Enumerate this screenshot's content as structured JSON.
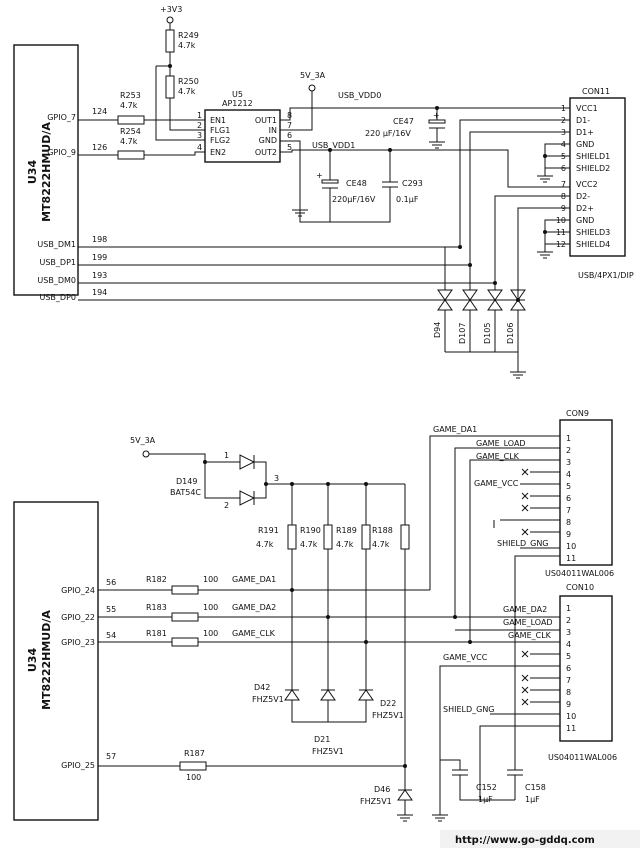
{
  "power": {
    "v33": "+3V3",
    "v5a": "5V_3A",
    "v5b": "5V_3A"
  },
  "top": {
    "chip": {
      "name": "MT8222HMUD/A",
      "ref": "U34"
    },
    "pins": [
      {
        "pin": "GPIO_7",
        "num": "124"
      },
      {
        "pin": "GPIO_9",
        "num": "126"
      },
      {
        "pin": "USB_DM1",
        "num": "198"
      },
      {
        "pin": "USB_DP1",
        "num": "199"
      },
      {
        "pin": "USB_DM0",
        "num": "193"
      },
      {
        "pin": "USB_DP0",
        "num": "194"
      }
    ],
    "r249": {
      "ref": "R249",
      "val": "4.7k"
    },
    "r250": {
      "ref": "R250",
      "val": "4.7k"
    },
    "r253": {
      "ref": "R253",
      "val": "4.7k"
    },
    "r254": {
      "ref": "R254",
      "val": "4.7k"
    },
    "u5": {
      "ref": "U5",
      "name": "AP1212",
      "left": [
        {
          "n": "1",
          "t": "EN1"
        },
        {
          "n": "2",
          "t": "FLG1"
        },
        {
          "n": "3",
          "t": "FLG2"
        },
        {
          "n": "4",
          "t": "EN2"
        }
      ],
      "right": [
        {
          "n": "8",
          "t": "OUT1"
        },
        {
          "n": "7",
          "t": "IN"
        },
        {
          "n": "6",
          "t": "GND"
        },
        {
          "n": "5",
          "t": "OUT2"
        }
      ]
    },
    "nets": {
      "vdd0": "USB_VDD0",
      "vdd1": "USB_VDD1"
    },
    "ce47": {
      "ref": "CE47",
      "val": "220 µF/16V"
    },
    "ce48": {
      "ref": "CE48",
      "val": "220µF/16V"
    },
    "c293": {
      "ref": "C293",
      "val": "0.1µF"
    },
    "con11": {
      "ref": "CON11",
      "part": "USB/4PX1/DIP",
      "pins": [
        {
          "n": "1",
          "t": "VCC1"
        },
        {
          "n": "2",
          "t": "D1-"
        },
        {
          "n": "3",
          "t": "D1+"
        },
        {
          "n": "4",
          "t": "GND"
        },
        {
          "n": "5",
          "t": "SHIELD1"
        },
        {
          "n": "6",
          "t": "SHIELD2"
        },
        {
          "n": "7",
          "t": "VCC2"
        },
        {
          "n": "8",
          "t": "D2-"
        },
        {
          "n": "9",
          "t": "D2+"
        },
        {
          "n": "10",
          "t": "GND"
        },
        {
          "n": "11",
          "t": "SHIELD3"
        },
        {
          "n": "12",
          "t": "SHIELD4"
        }
      ]
    },
    "diodes": [
      "D94",
      "D107",
      "D105",
      "D106"
    ]
  },
  "bottom": {
    "chip": {
      "name": "MT8222HMUD/A",
      "ref": "U34"
    },
    "pins": [
      {
        "pin": "GPIO_24",
        "num": "56"
      },
      {
        "pin": "GPIO_22",
        "num": "55"
      },
      {
        "pin": "GPIO_23",
        "num": "54"
      },
      {
        "pin": "GPIO_25",
        "num": "57"
      }
    ],
    "d149": {
      "ref": "D149",
      "part": "BAT54C",
      "p1": "1",
      "p2": "2",
      "p3": "3"
    },
    "pullups": [
      {
        "ref": "R191",
        "val": "4.7k"
      },
      {
        "ref": "R190",
        "val": "4.7k"
      },
      {
        "ref": "R189",
        "val": "4.7k"
      },
      {
        "ref": "R188",
        "val": "4.7k"
      }
    ],
    "series": [
      {
        "ref": "R182",
        "val": "100",
        "net": "GAME_DA1"
      },
      {
        "ref": "R183",
        "val": "100",
        "net": "GAME_DA2"
      },
      {
        "ref": "R181",
        "val": "100",
        "net": "GAME_CLK"
      },
      {
        "ref": "R187",
        "val": "100"
      }
    ],
    "zeners": [
      {
        "ref": "D42",
        "part": "FHZ5V1"
      },
      {
        "ref": "D21",
        "part": "FHZ5V1"
      },
      {
        "ref": "D22",
        "part": "FHZ5V1"
      },
      {
        "ref": "D46",
        "part": "FHZ5V1"
      }
    ],
    "con9": {
      "ref": "CON9",
      "part": "US04011WAL006",
      "nets": [
        "GAME_DA1",
        "GAME_LOAD",
        "GAME_CLK",
        "GAME_VCC",
        "SHIELD_GNG"
      ],
      "pins": [
        "1",
        "2",
        "3",
        "4",
        "5",
        "6",
        "7",
        "8",
        "9",
        "10",
        "11"
      ]
    },
    "con10": {
      "ref": "CON10",
      "part": "US04011WAL006",
      "nets": [
        "GAME_DA2",
        "GAME_LOAD",
        "GAME_CLK",
        "GAME_VCC",
        "SHIELD_GNG"
      ],
      "pins": [
        "1",
        "2",
        "3",
        "4",
        "5",
        "6",
        "7",
        "8",
        "9",
        "10",
        "11"
      ]
    },
    "c152": {
      "ref": "C152",
      "val": "1µF"
    },
    "c158": {
      "ref": "C158",
      "val": "1µF"
    }
  },
  "watermark": "http://www.go-gddq.com"
}
